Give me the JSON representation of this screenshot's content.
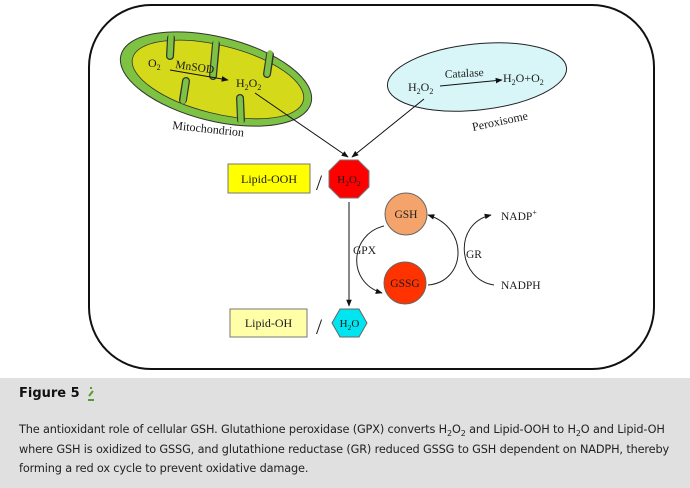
{
  "figure": {
    "label": "Figure 5",
    "icon": "download-slideshow-icon",
    "caption": {
      "part1": "The antioxidant role of cellular GSH. Glutathione peroxidase (GPX) converts H",
      "sub1": "2",
      "part2": "O",
      "sub2": "2",
      "part3": " and Lipid-OOH to H",
      "sub3": "2",
      "part4": "O and Lipid-OH where GSH is oxidized to GSSG, and glutathione reductase (GR) reduced GSSG to GSH dependent on NADPH, thereby forming a red ox cycle to prevent oxidative damage."
    }
  },
  "diagram": {
    "colors": {
      "mito_outer": "#7dc242",
      "mito_inner": "#d4d91a",
      "peroxisome": "#d8f6f8",
      "h2o2_octagon": "#ff0000",
      "h2o_hexagon": "#00e5f0",
      "lipid_ooh_box": "#ffff00",
      "lipid_oh_box": "#ffffa8",
      "gsh": "#f4a46a",
      "gssg": "#ff3300"
    },
    "mitochondrion": {
      "label": "Mitochondrion",
      "o2": "O",
      "o2_sub": "2",
      "enzyme": "MnSOD",
      "h2o2_h": "H",
      "h2o2_sub1": "2",
      "h2o2_o": "O",
      "h2o2_sub2": "2"
    },
    "peroxisome": {
      "label": "Peroxisome",
      "enzyme": "Catalase",
      "h2o2_h": "H",
      "h2o2_sub1": "2",
      "h2o2_o": "O",
      "h2o2_sub2": "2",
      "product_h": "H",
      "product_sub1": "2",
      "product_mid": "O+O",
      "product_sub2": "2"
    },
    "lipid_ooh": "Lipid-OOH",
    "lipid_oh": "Lipid-OH",
    "slash": "/",
    "h2o2_node": {
      "h": "H",
      "sub1": "2",
      "o": "O",
      "sub2": "2"
    },
    "h2o_node": {
      "h": "H",
      "sub1": "2",
      "o": "O"
    },
    "gsh": "GSH",
    "gssg": "GSSG",
    "gpx": "GPX",
    "gr": "GR",
    "nadp_plus": "NADP",
    "nadp_plus_sup": "+",
    "nadph": "NADPH"
  }
}
